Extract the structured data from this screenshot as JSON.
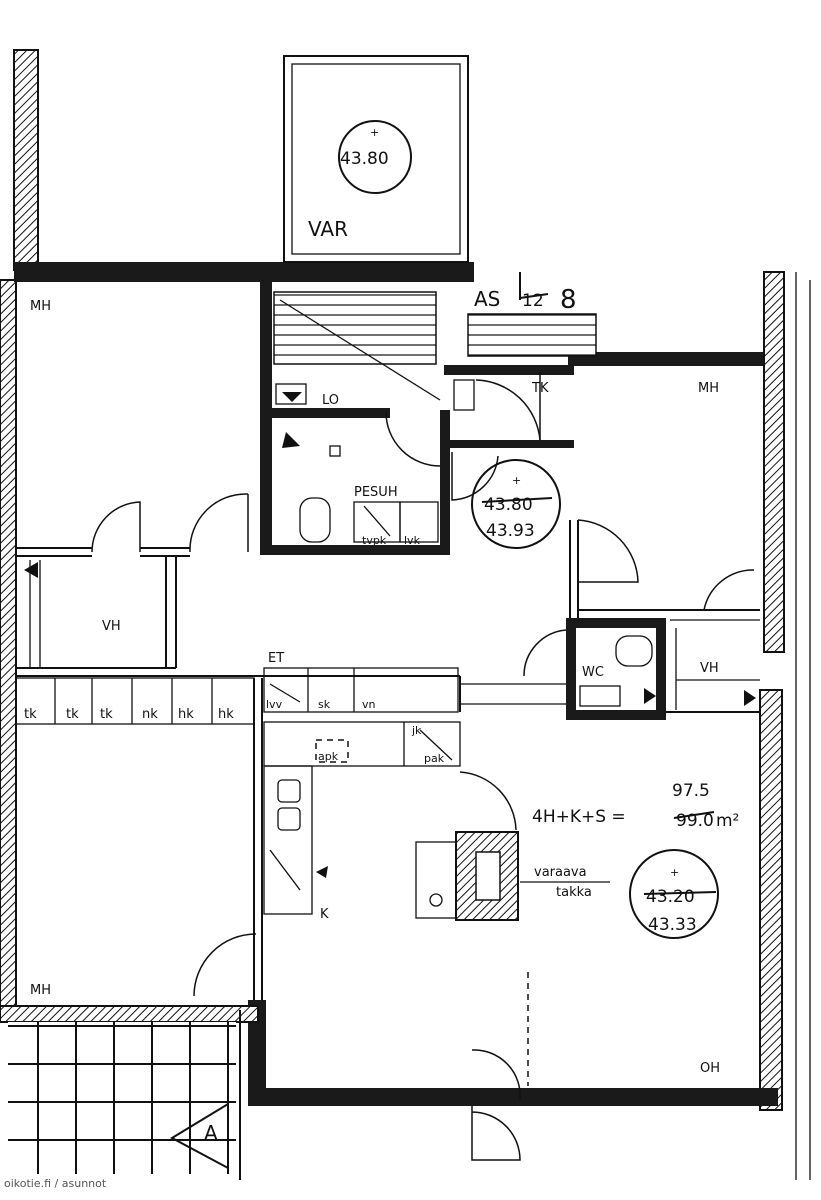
{
  "watermark": "oikotie.fi / asunnot",
  "rooms": {
    "var": "VAR",
    "mh_top_left": "MH",
    "mh_top_right": "MH",
    "mh_bottom_left": "MH",
    "lo": "LO",
    "pesuh": "PESUH",
    "tk": "TK",
    "vh_left": "VH",
    "vh_right": "VH",
    "wc": "WC",
    "et": "ET",
    "k": "K",
    "oh": "OH"
  },
  "fixtures": {
    "tk1": "tk",
    "tk2": "tk",
    "tk3": "tk",
    "nk": "nk",
    "hk1": "hk",
    "hk2": "hk",
    "lvv": "lvv",
    "sk": "sk",
    "vn": "vn",
    "apk": "apk",
    "jk": "jk",
    "pak": "pak",
    "tvpk": "tvpk",
    "lvk": "lvk",
    "varaava": "varaava",
    "takka": "takka",
    "section_mark": "A"
  },
  "apartment": {
    "label_prefix": "AS",
    "old_number": "12",
    "number": "8",
    "formula": "4H+K+S =",
    "area_old": "99.0",
    "area_new": "97.5",
    "area_unit": "m²"
  },
  "elevations": {
    "var": "43.80",
    "hall_old": "43.80",
    "hall_new": "43.93",
    "living_old": "43.20",
    "living_new": "43.33"
  }
}
